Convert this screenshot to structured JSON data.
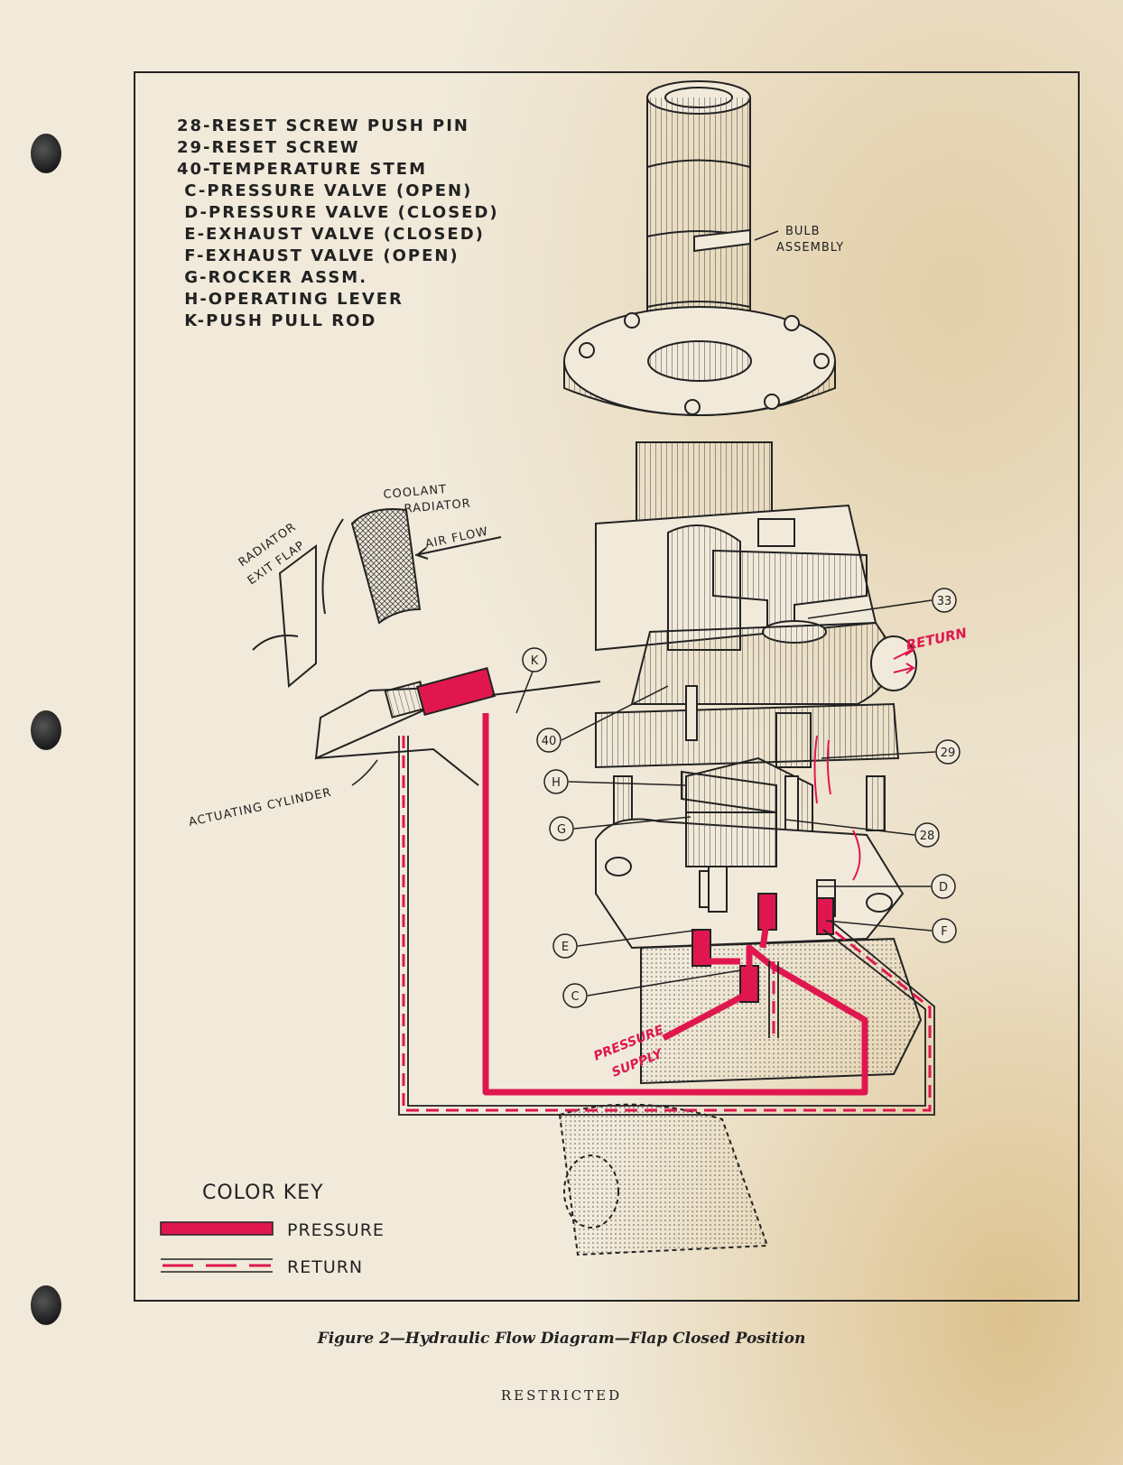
{
  "legend": {
    "items": [
      "28-RESET SCREW PUSH PIN",
      "29-RESET SCREW",
      "40-TEMPERATURE STEM",
      " C-PRESSURE VALVE (OPEN)",
      " D-PRESSURE VALVE (CLOSED)",
      " E-EXHAUST VALVE (CLOSED)",
      " F-EXHAUST VALVE (OPEN)",
      " G-ROCKER ASSM.",
      " H-OPERATING LEVER",
      " K-PUSH PULL ROD"
    ]
  },
  "labels": {
    "bulb_1": "BULB",
    "bulb_2": "ASSEMBLY",
    "coolant_1": "COOLANT",
    "coolant_2": "RADIATOR",
    "flap_1": "RADIATOR",
    "flap_2": "EXIT FLAP",
    "air_flow": "AIR FLOW",
    "actuating": "ACTUATING CYLINDER",
    "return": "RETURN",
    "pressure_1": "PRESSURE",
    "pressure_2": "SUPPLY"
  },
  "callouts": {
    "c33": "33",
    "c29": "29",
    "c28": "28",
    "c40": "40",
    "cK": "K",
    "cH": "H",
    "cG": "G",
    "cD": "D",
    "cF": "F",
    "cE": "E",
    "cC": "C"
  },
  "color_key": {
    "title": "COLOR KEY",
    "pressure": "PRESSURE",
    "return": "RETURN"
  },
  "colors": {
    "pressure": "#e0174f",
    "ink": "#222222",
    "paper": "#f1eadb"
  },
  "caption": "Figure 2—Hydraulic Flow Diagram—Flap Closed Position",
  "footer": "RESTRICTED"
}
